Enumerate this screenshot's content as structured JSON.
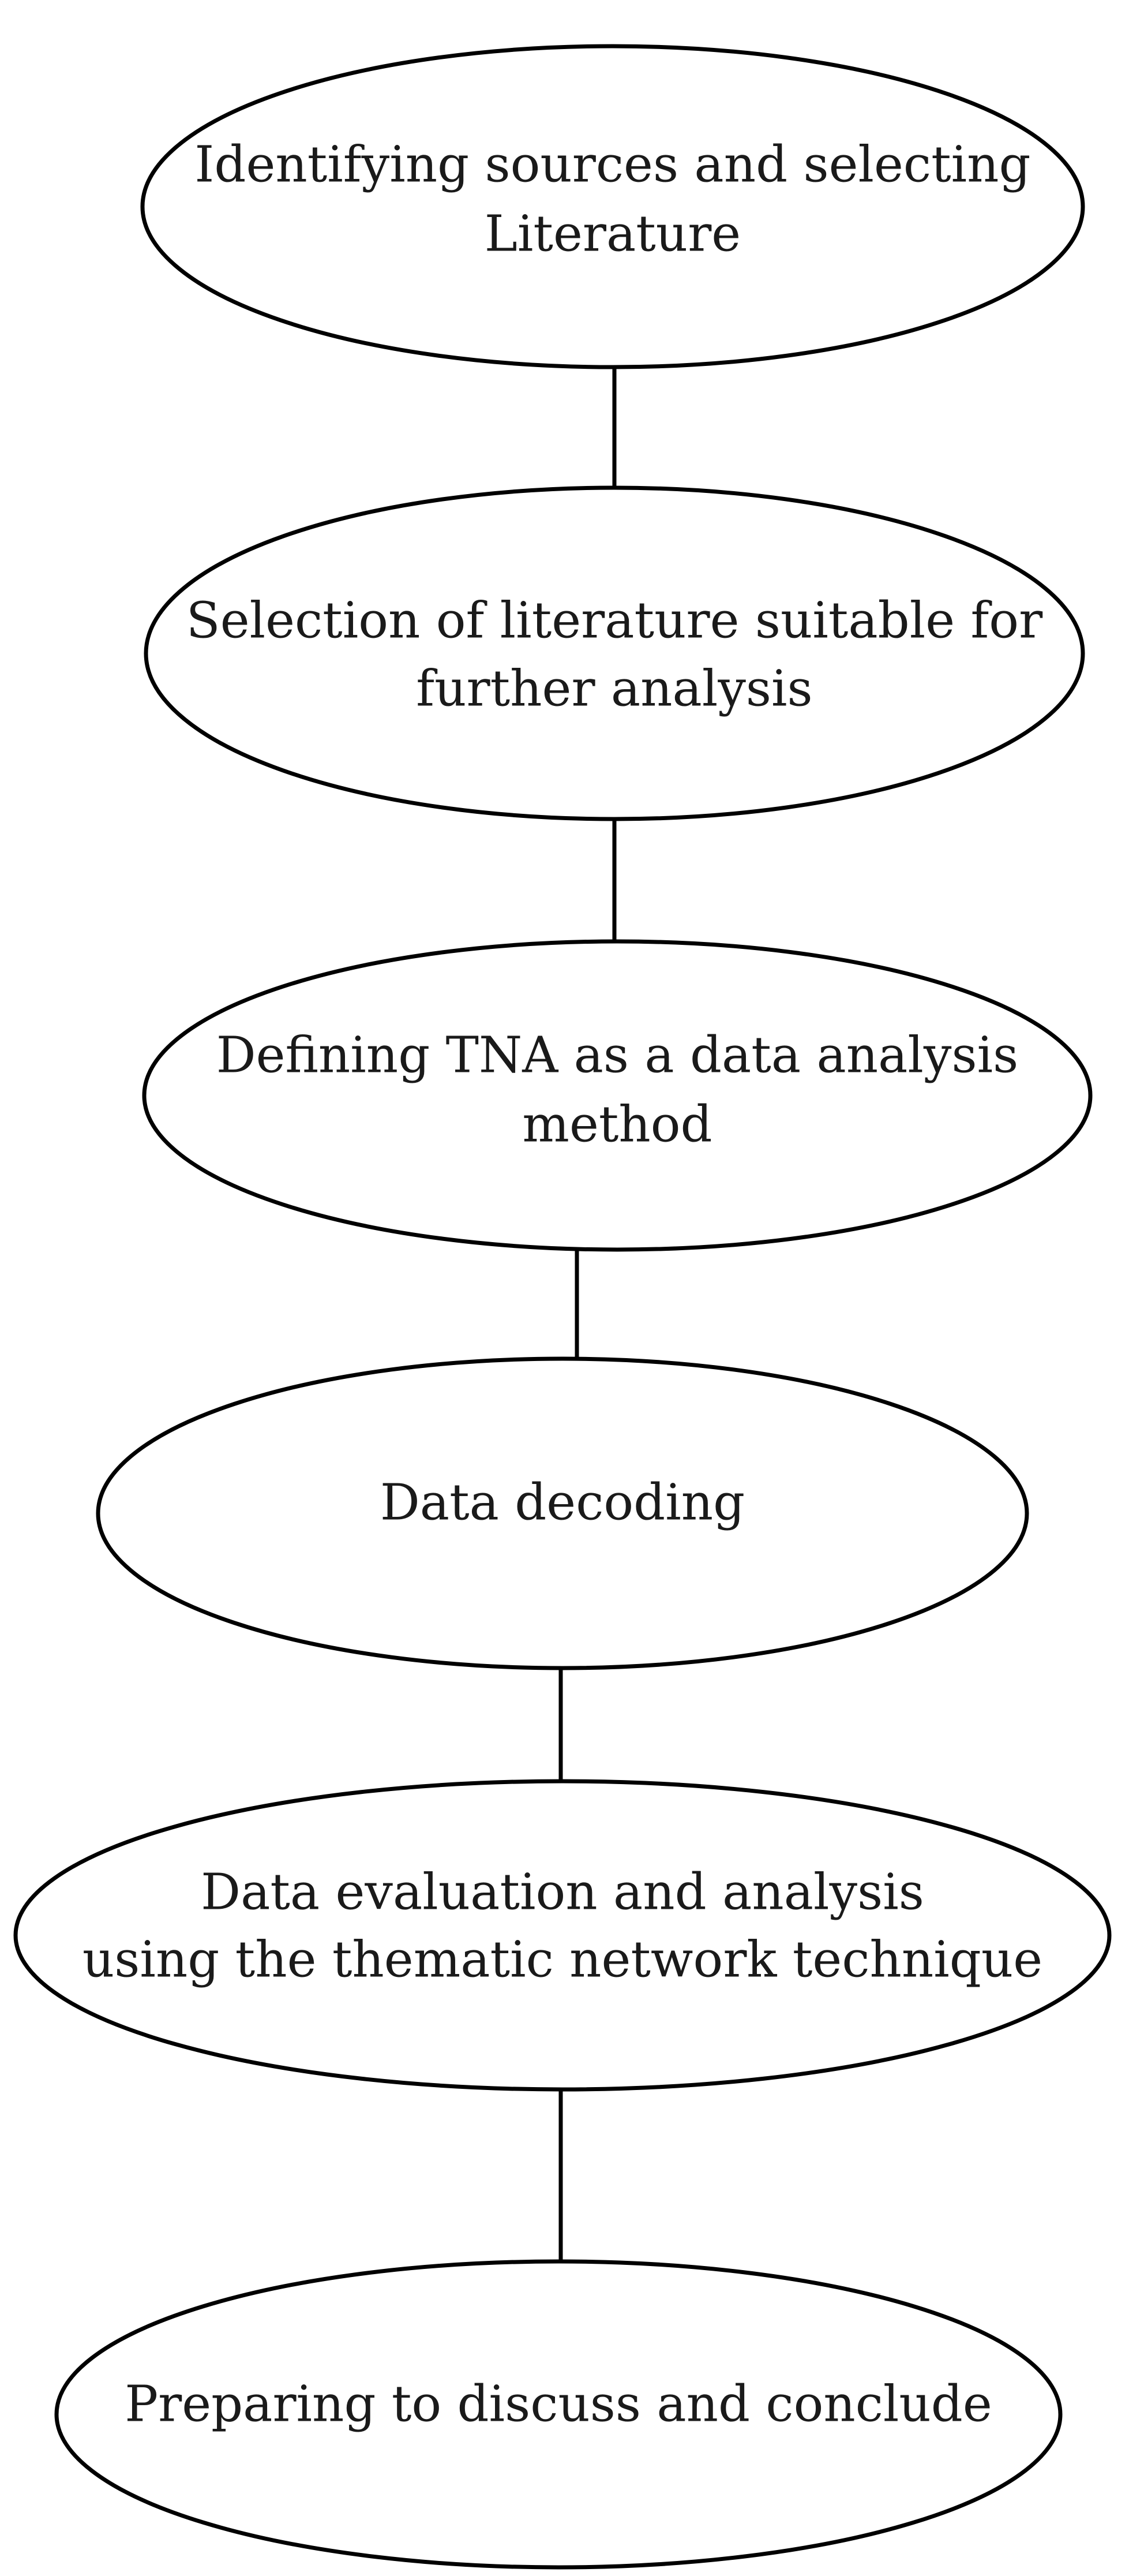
{
  "diagram": {
    "type": "linear-flowchart",
    "stroke_color": "#000000",
    "fill_color": "#ffffff",
    "text_color": "#1a1a1a",
    "steps": [
      {
        "id": "step-1",
        "lines": [
          "Identifying sources and selecting",
          "Literature"
        ]
      },
      {
        "id": "step-2",
        "lines": [
          "Selection of literature suitable for",
          "further analysis"
        ]
      },
      {
        "id": "step-3",
        "lines": [
          "Defining TNA as a data analysis",
          "method"
        ]
      },
      {
        "id": "step-4",
        "lines": [
          "Data decoding"
        ]
      },
      {
        "id": "step-5",
        "lines": [
          "Data evaluation and analysis",
          "using the thematic network technique"
        ]
      },
      {
        "id": "step-6",
        "lines": [
          "Preparing to discuss and conclude"
        ]
      }
    ]
  }
}
